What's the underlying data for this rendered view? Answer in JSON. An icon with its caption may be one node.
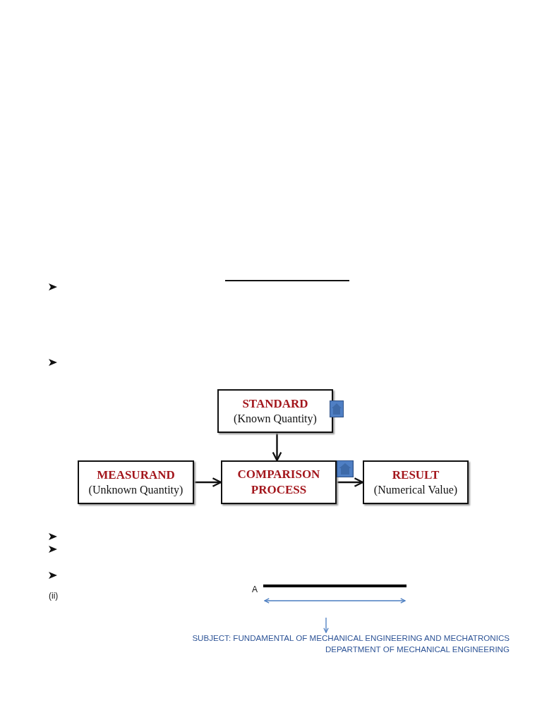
{
  "diagram": {
    "nodes": [
      {
        "text": [
          "STANDARD",
          "(Known Quantity)"
        ]
      },
      {
        "text": [
          "MEASURAND",
          "(Unknown Quantity)"
        ]
      },
      {
        "text": [
          "COMPARISON PROCESS"
        ]
      },
      {
        "text": [
          "RESULT",
          "(Numerical Value)"
        ]
      }
    ],
    "edges": [
      {
        "from": 0,
        "to": 2,
        "arrow": "to"
      },
      {
        "from": 1,
        "to": 2,
        "arrow": "to"
      },
      {
        "from": 2,
        "to": 3,
        "arrow": "to"
      }
    ],
    "labels": [
      "A",
      "(ii)",
      "SUBJECT: FUNDAMENTAL OF MECHANICAL ENGINEERING AND MECHATRONICS",
      "DEPARTMENT OF MECHANICAL ENGINEERING"
    ]
  }
}
